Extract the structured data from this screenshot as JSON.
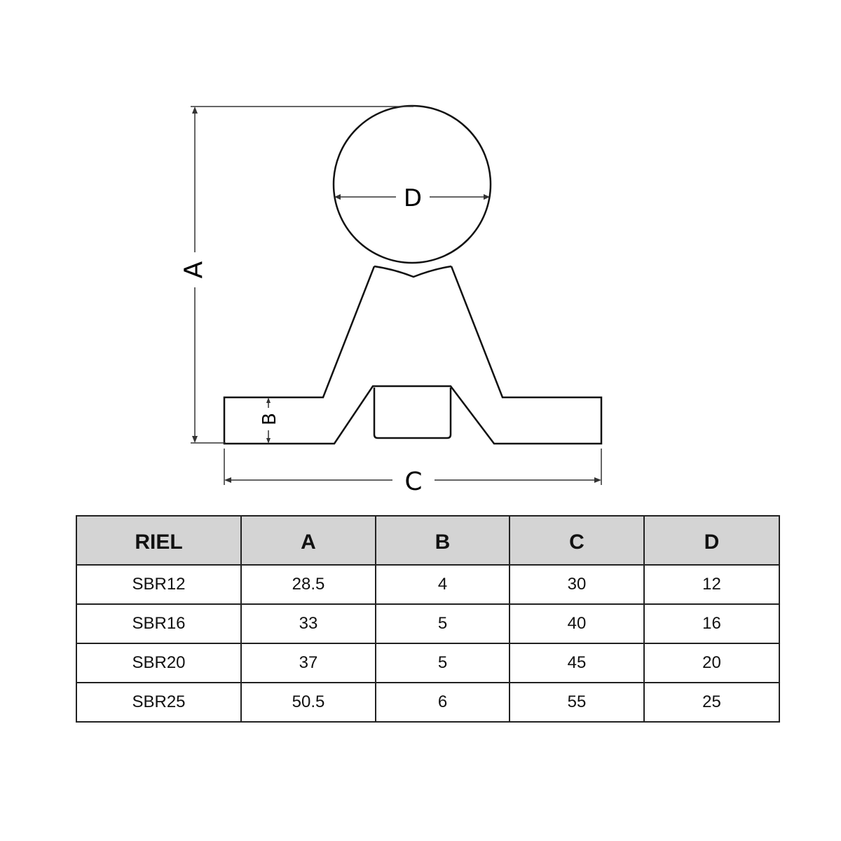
{
  "diagram": {
    "labels": {
      "a": "A",
      "b": "B",
      "c": "C",
      "d": "D"
    },
    "colors": {
      "outline": "#111111",
      "dimension_line": "#333333"
    }
  },
  "table": {
    "headers": [
      "RIEL",
      "A",
      "B",
      "C",
      "D"
    ],
    "rows": [
      [
        "SBR12",
        "28.5",
        "4",
        "30",
        "12"
      ],
      [
        "SBR16",
        "33",
        "5",
        "40",
        "16"
      ],
      [
        "SBR20",
        "37",
        "5",
        "45",
        "20"
      ],
      [
        "SBR25",
        "50.5",
        "6",
        "55",
        "25"
      ]
    ],
    "colors": {
      "header_background": "#d4d4d4",
      "border": "#222222"
    }
  }
}
